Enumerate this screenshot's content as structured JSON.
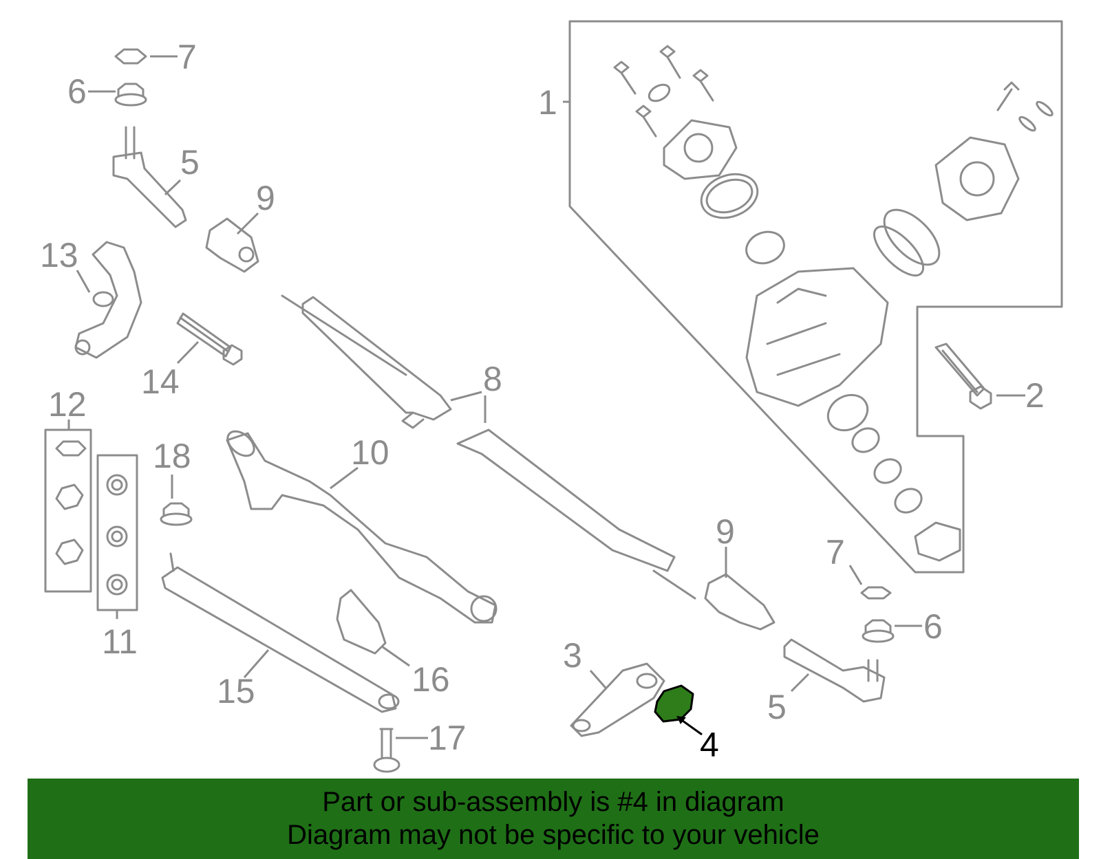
{
  "callouts": {
    "c1": "1",
    "c2": "2",
    "c3": "3",
    "c4": "4",
    "c5a": "5",
    "c5b": "5",
    "c6a": "6",
    "c6b": "6",
    "c7a": "7",
    "c7b": "7",
    "c8": "8",
    "c9a": "9",
    "c9b": "9",
    "c10": "10",
    "c11": "11",
    "c12": "12",
    "c13": "13",
    "c14": "14",
    "c15": "15",
    "c16": "16",
    "c17": "17",
    "c18": "18"
  },
  "highlight": {
    "part_number": "4",
    "color": "#2e7d1a"
  },
  "colors": {
    "line": "#8c8c8c",
    "banner": "#1f6f17",
    "banner_text": "#000000"
  },
  "banner": {
    "line1": "Part or sub-assembly is #4 in diagram",
    "line2": "Diagram may not be specific to your vehicle"
  }
}
